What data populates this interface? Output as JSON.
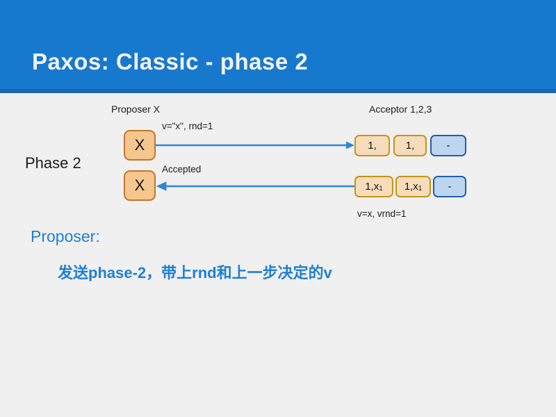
{
  "slide": {
    "title": "Paxos: Classic - phase 2",
    "header_color": "#1779ce",
    "header_underline_color": "#1a65ad",
    "background_color": "#f0f0f0",
    "accent_blue": "#1f7fd2"
  },
  "diagram": {
    "proposer_header": "Proposer X",
    "acceptor_header": "Acceptor 1,2,3",
    "phase_label": "Phase 2",
    "proposer_nodes": [
      {
        "label": "X"
      },
      {
        "label": "X"
      }
    ],
    "messages": [
      {
        "label": "v=\"x\", rnd=1",
        "direction": "right"
      },
      {
        "label": "Accepted",
        "direction": "left"
      }
    ],
    "acceptor_footnote": "v=x, vrnd=1",
    "acceptor_rows": [
      {
        "cells": [
          {
            "text": "1,",
            "sub": "",
            "style": "tan"
          },
          {
            "text": "1,",
            "sub": "",
            "style": "tan"
          },
          {
            "text": "-",
            "sub": "",
            "style": "blue"
          }
        ]
      },
      {
        "cells": [
          {
            "text": "1,x",
            "sub": "1",
            "style": "tan"
          },
          {
            "text": "1,x",
            "sub": "1",
            "style": "tan"
          },
          {
            "text": "-",
            "sub": "",
            "style": "blue"
          }
        ]
      }
    ]
  },
  "notes": {
    "heading": "Proposer:",
    "detail": "发送phase-2，带上rnd和上一步决定的v"
  }
}
